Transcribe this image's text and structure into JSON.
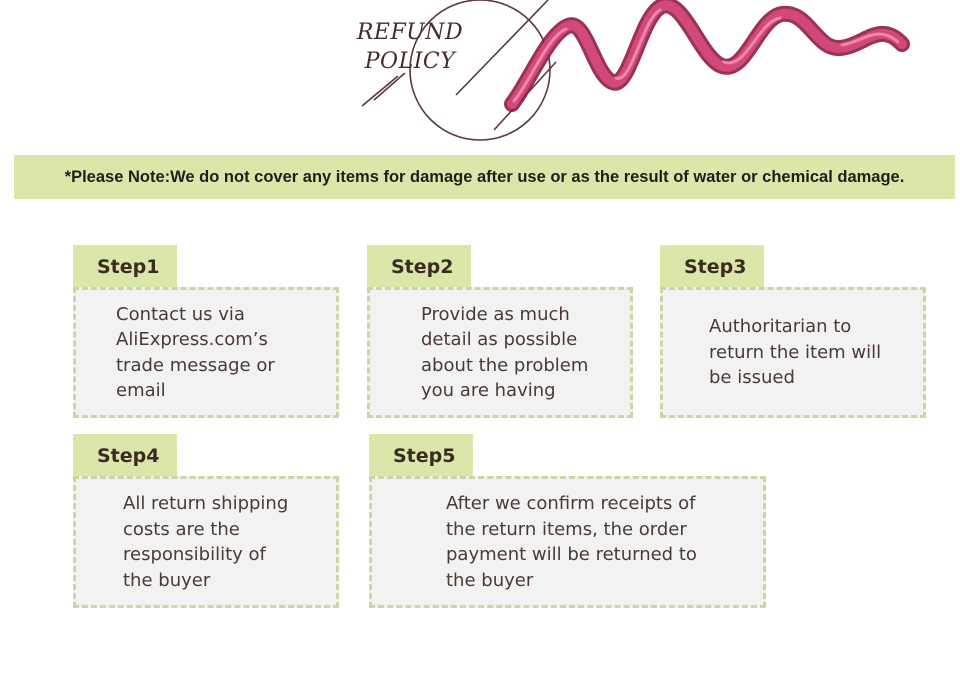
{
  "header": {
    "title_line1": "REFUND",
    "title_line2": "POLICY",
    "ribbon_color": "#c23a68",
    "line_color": "#5a3a3a"
  },
  "note": {
    "text": "*Please Note:We do not cover  any items for damage after use or as the result of water or chemical damage."
  },
  "steps": [
    {
      "label": "Step1",
      "text": "Contact us via\nAliExpress.com’s\ntrade message or\nemail"
    },
    {
      "label": "Step2",
      "text": "Provide as much\ndetail as possible\nabout the problem\nyou are having"
    },
    {
      "label": "Step3",
      "text": "Authoritarian to\nreturn the item will\nbe issued"
    },
    {
      "label": "Step4",
      "text": "All return shipping\ncosts are the\nresponsibility of\nthe buyer"
    },
    {
      "label": "Step5",
      "text": "After we confirm receipts of\nthe return items, the order\npayment will be returned to\nthe buyer"
    }
  ],
  "colors": {
    "accent_green": "#dbe7a8",
    "dash_border": "#cbd6a6",
    "box_bg": "#f2f2f2"
  }
}
